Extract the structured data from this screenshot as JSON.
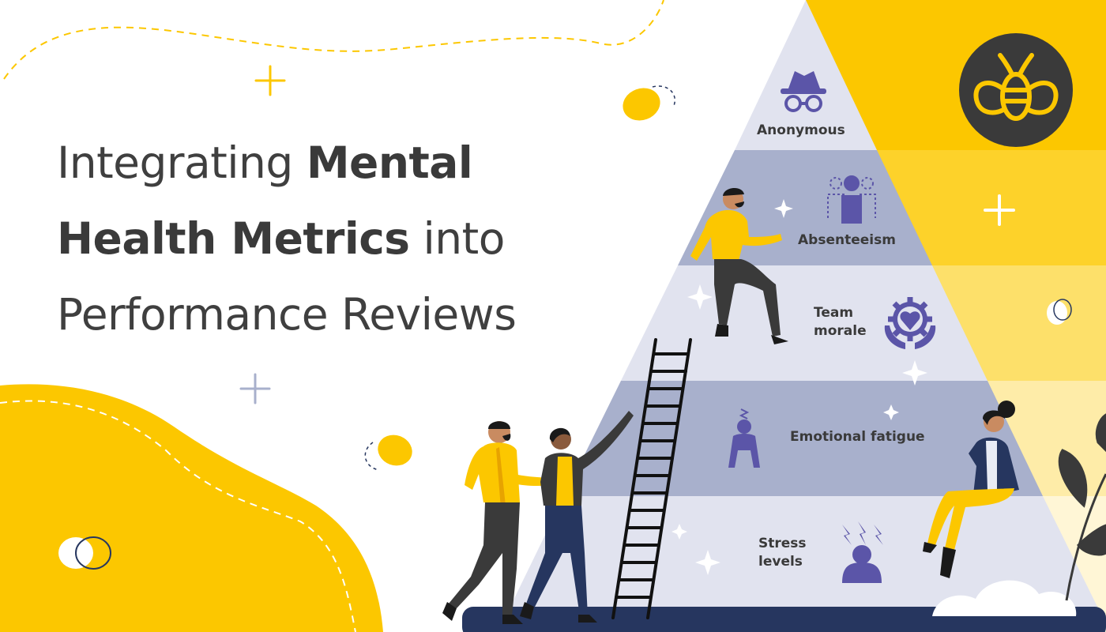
{
  "title": {
    "line1_regular": "Integrating ",
    "line1_bold": "Mental",
    "line2_bold": "Health Metrics",
    "line2_regular": " into",
    "line3_regular": "Performance Reviews"
  },
  "pyramid": {
    "tiers": [
      {
        "label_lines": [
          "Anonymous"
        ],
        "icon": "spy-icon"
      },
      {
        "label_lines": [
          "Absenteeism"
        ],
        "icon": "team-absent-icon"
      },
      {
        "label_lines": [
          "Team",
          "morale"
        ],
        "icon": "gear-heart-hands-icon"
      },
      {
        "label_lines": [
          "Emotional fatigue"
        ],
        "icon": "fatigued-person-icon"
      },
      {
        "label_lines": [
          "Stress",
          "levels"
        ],
        "icon": "stressed-person-icon"
      }
    ]
  },
  "colors": {
    "yellow": "#fcc700",
    "dark_gray": "#3a3a3a",
    "tier_light": "#e1e3ef",
    "tier_mid": "#a8b0cc",
    "icon_purple": "#5b55a8",
    "navy": "#26365f"
  },
  "logo": {
    "icon": "bee-logo-icon"
  }
}
